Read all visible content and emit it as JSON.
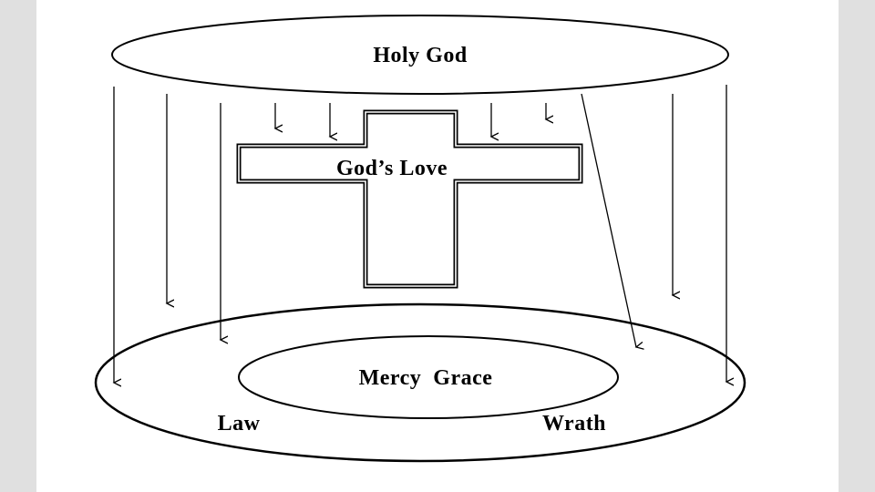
{
  "diagram": {
    "top_ellipse_label": "Holy God",
    "cross_label": "God’s Love",
    "inner_ellipse_label": "Mercy  Grace",
    "left_label": "Law",
    "right_label": "Wrath"
  },
  "colors": {
    "background": "#ffffff",
    "side_panel": "#e0e0e0",
    "stroke": "#000000"
  }
}
